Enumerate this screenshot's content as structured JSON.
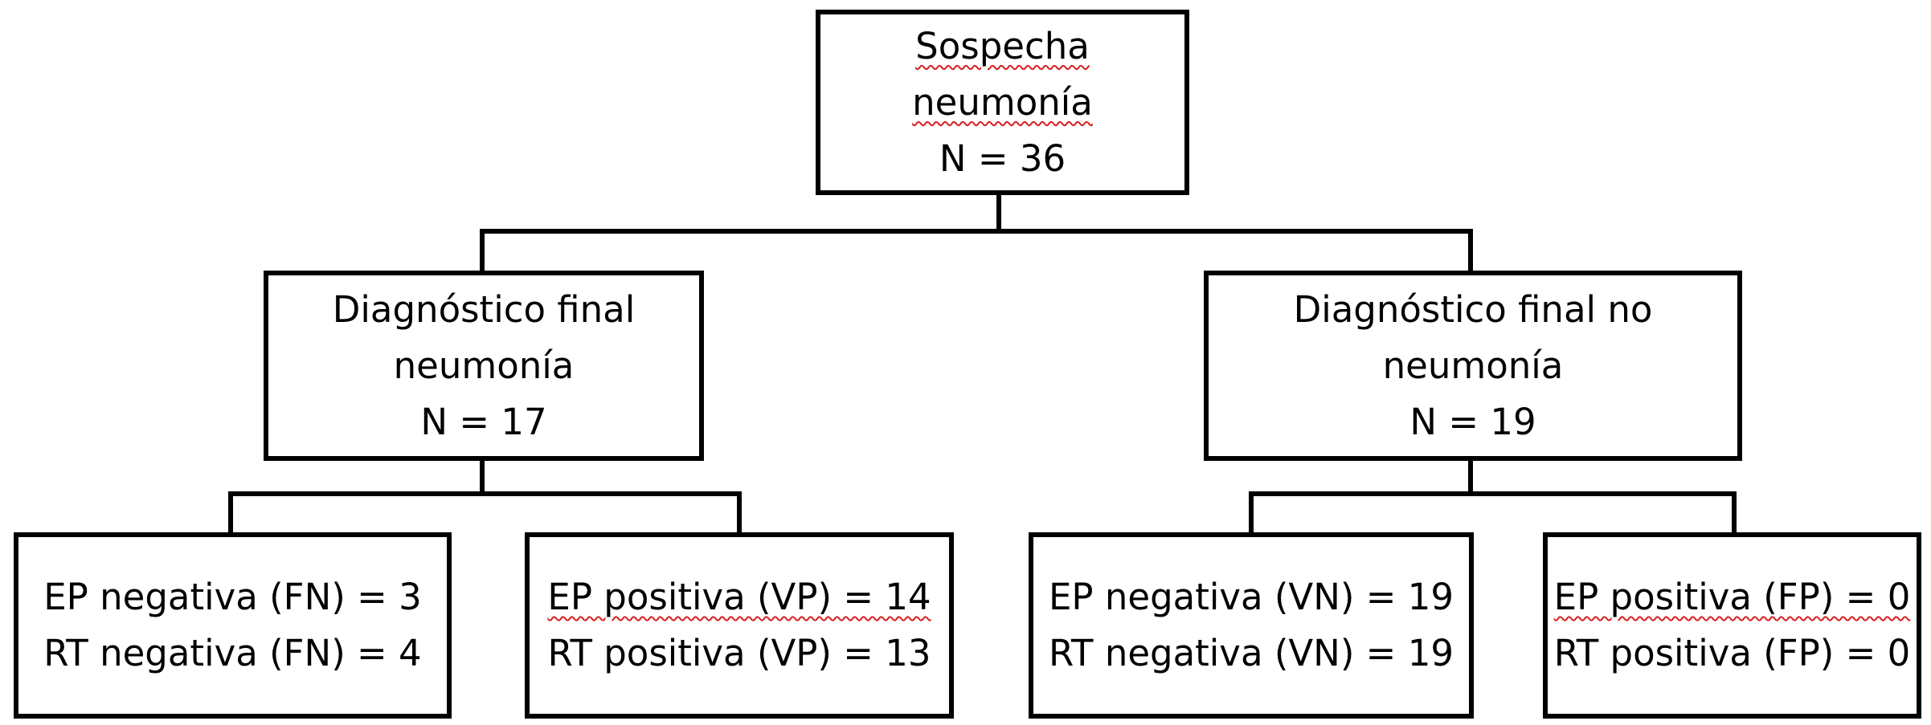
{
  "diagram": {
    "root": {
      "line1": "Sospecha",
      "line2": "neumonía",
      "line3": "N = 36"
    },
    "left": {
      "line1": "Diagnóstico final",
      "line2": "neumonía",
      "line3": "N = 17"
    },
    "right": {
      "line1": "Diagnóstico final no",
      "line2": "neumonía",
      "line3": "N = 19"
    },
    "leaves": [
      {
        "line1": "EP negativa (FN) = 3",
        "line2": "RT negativa (FN) = 4"
      },
      {
        "line1": "EP positiva (VP) = 14",
        "line2": "RT positiva (VP) = 13"
      },
      {
        "line1": "EP negativa (VN) = 19",
        "line2": "RT negativa (VN) = 19"
      },
      {
        "line1": "EP positiva (FP) = 0",
        "line2": "RT positiva (FP) = 0"
      }
    ]
  }
}
